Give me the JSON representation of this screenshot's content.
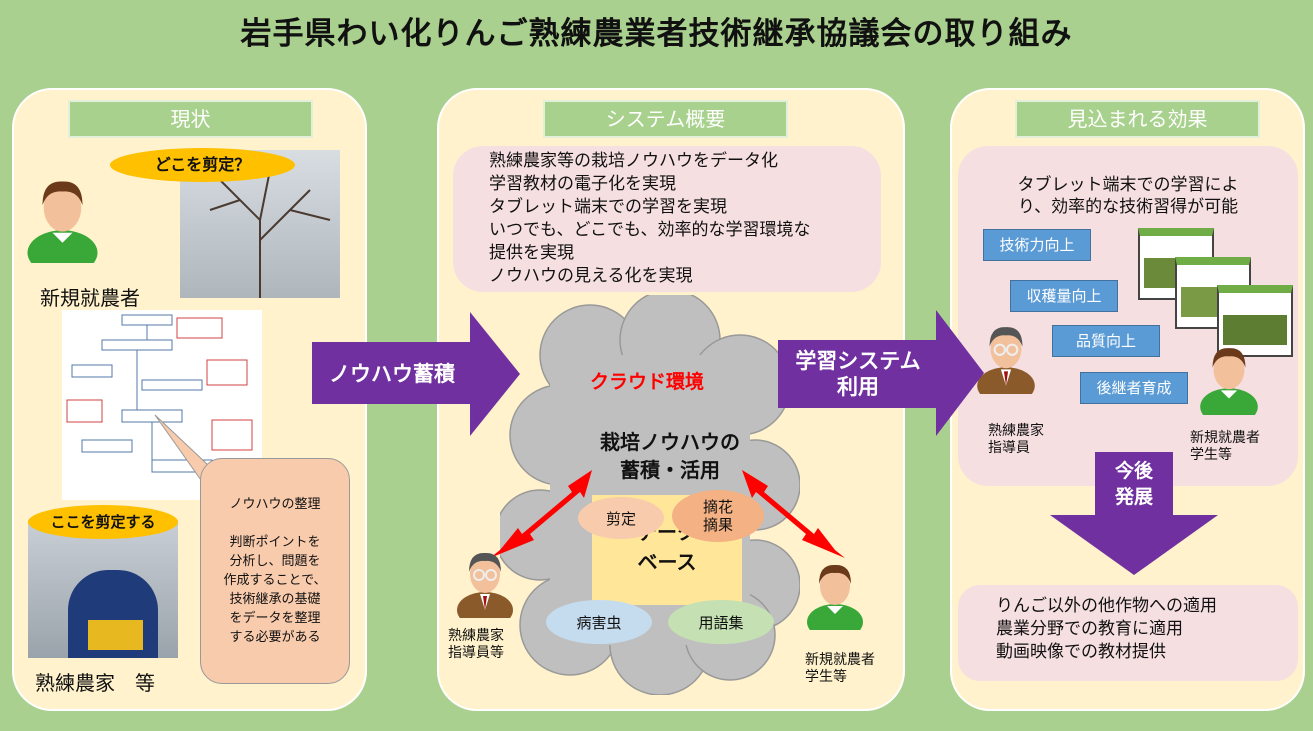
{
  "title": "岩手県わい化りんご熟練農業者技術継承協議会の取り組み",
  "left": {
    "header": "現状",
    "bubble_top": "どこを剪定？",
    "new_farmer": "新規就農者",
    "bubble_bottom": "ここを剪定する",
    "expert": "熟練農家　等",
    "callout_title": "ノウハウの整理",
    "callout_lines": [
      "判断ポイントを",
      "分析し、問題を",
      "作成することで、",
      "技術継承の基礎",
      "をデータを整理",
      "する必要がある"
    ]
  },
  "arrow1": "ノウハウ蓄積",
  "center": {
    "header": "システム概要",
    "lines": [
      "熟練農家等の栽培ノウハウをデータ化",
      "学習教材の電子化を実現",
      "タブレット端末での学習を実現",
      "いつでも、どこでも、効率的な学習環境な",
      "提供を実現",
      "ノウハウの見える化を実現"
    ],
    "cloud_label": "クラウド環境",
    "knowhow_title": [
      "栽培ノウハウの",
      "蓄積・活用"
    ],
    "database": [
      "データ",
      "ベース"
    ],
    "ovals": [
      "剪定",
      "摘花\n摘果",
      "病害虫",
      "用語集"
    ],
    "expert": [
      "熟練農家",
      "指導員等"
    ],
    "newcomer": [
      "新規就農者",
      "学生等"
    ]
  },
  "arrow2": [
    "学習システム",
    "利用"
  ],
  "right": {
    "header": "見込まれる効果",
    "lead": [
      "タブレット端末での学習によ",
      "り、効率的な技術習得が可能"
    ],
    "tags": [
      "技術力向上",
      "収穫量向上",
      "品質向上",
      "後継者育成"
    ],
    "expert": [
      "熟練農家",
      "指導員"
    ],
    "newcomer": [
      "新規就農者",
      "学生等"
    ],
    "down_arrow": [
      "今後",
      "発展"
    ],
    "future": [
      "りんご以外の他作物への適用",
      "農業分野での教育に適用",
      "動画映像での教材提供"
    ]
  },
  "colors": {
    "background": "#a9d08e",
    "panel": "#fff2cc",
    "arrow": "#7030a0",
    "accent_red": "#ff0000"
  }
}
